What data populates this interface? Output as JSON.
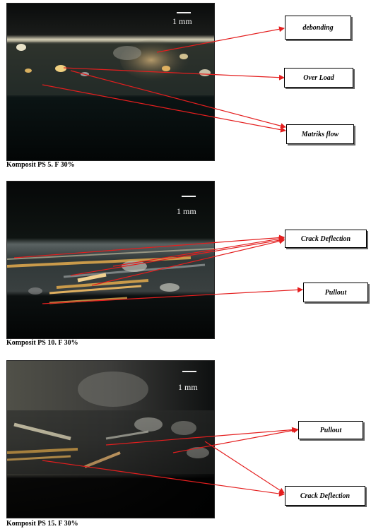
{
  "panels": [
    {
      "scale_label": "1 mm",
      "caption": "Komposit  PS 5. F 30%",
      "labels": [
        "debonding",
        "Over Load",
        "Matriks flow"
      ]
    },
    {
      "scale_label": "1 mm",
      "caption": "Komposit  PS 10. F 30%",
      "labels": [
        "Crack Deflection",
        "Pullout"
      ]
    },
    {
      "scale_label": "1 mm",
      "caption": "Komposit  PS 15. F 30%",
      "labels": [
        "Pullout",
        "Crack Deflection"
      ]
    }
  ],
  "colors": {
    "arrow": "#e41e1e",
    "background": "#000000",
    "fiber": "#c99a4a"
  }
}
